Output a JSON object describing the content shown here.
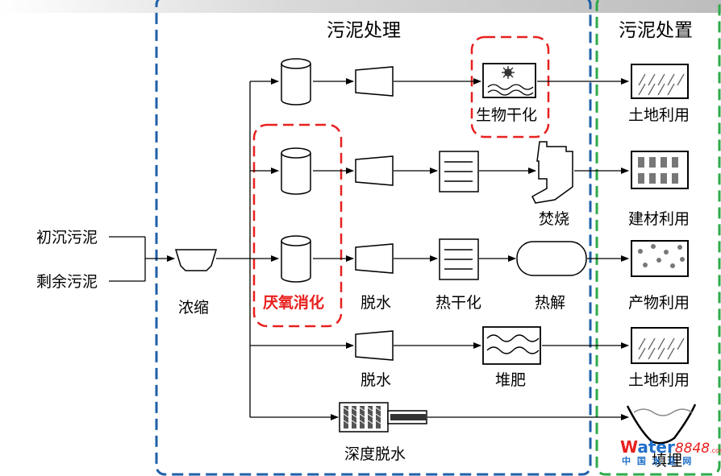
{
  "titles": {
    "treatment": "污泥处理",
    "disposal": "污泥处置"
  },
  "inputs": {
    "primary": "初沉污泥",
    "excess": "剩余污泥"
  },
  "nodes": {
    "thickening": "浓缩",
    "anaerobic_digestion": "厌氧消化",
    "dewatering_row3": "脱水",
    "thermal_drying": "热干化",
    "pyrolysis": "热解",
    "bio_drying": "生物干化",
    "incineration": "焚烧",
    "dewatering_row4": "脱水",
    "composting": "堆肥",
    "deep_dewatering": "深度脱水"
  },
  "disposal": {
    "land_use_1": "土地利用",
    "building_material": "建材利用",
    "product_use": "产物利用",
    "land_use_2": "土地利用",
    "landfill": "填埋"
  },
  "watermark": {
    "brand_w": "W",
    "brand_ater": "ater",
    "brand_num": "8848",
    "brand_dotcom": ".com",
    "cn": "中 国 水 业 网"
  },
  "colors": {
    "treatment_border": "#1f5fa8",
    "disposal_border": "#2eaa4a",
    "highlight": "#e8201e"
  }
}
